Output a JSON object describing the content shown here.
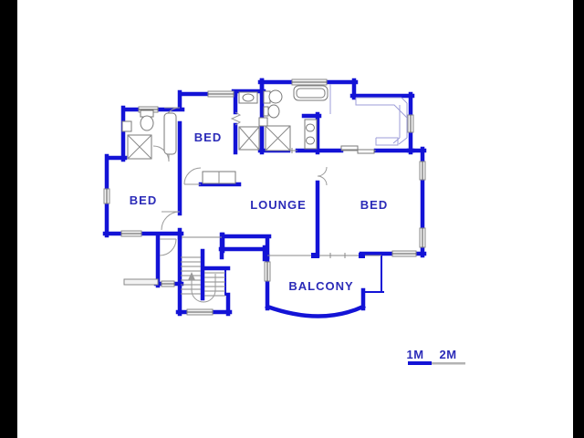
{
  "plan": {
    "room_labels": [
      {
        "id": "bed-top",
        "label": "BED"
      },
      {
        "id": "bed-left",
        "label": "BED"
      },
      {
        "id": "lounge",
        "label": "LOUNGE"
      },
      {
        "id": "bed-right",
        "label": "BED"
      },
      {
        "id": "balcony",
        "label": "BALCONY"
      }
    ],
    "scale_bar": {
      "label_1m": "1M",
      "label_2m": "2M"
    },
    "colors": {
      "wall_blue": "#1313d6",
      "label_blue": "#2b2bb8",
      "fixture_gray": "#8a8a8a",
      "letterbox_black": "#000000"
    }
  }
}
